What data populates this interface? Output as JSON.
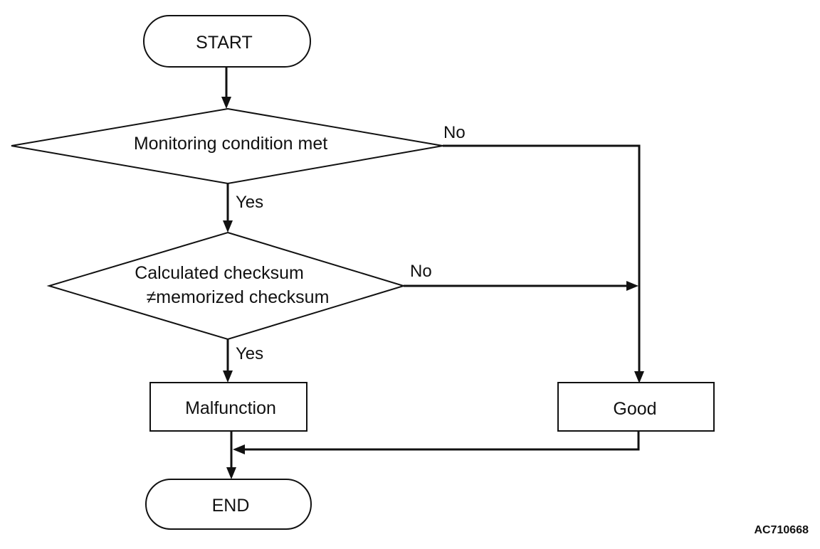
{
  "nodes": {
    "start": "START",
    "decision1": "Monitoring condition met",
    "decision2_line1": "Calculated checksum",
    "decision2_line2": "≠memorized checksum",
    "malfunction": "Malfunction",
    "good": "Good",
    "end": "END"
  },
  "branches": {
    "decision1_no": "No",
    "decision1_yes": "Yes",
    "decision2_no": "No",
    "decision2_yes": "Yes"
  },
  "reference_code": "AC710668"
}
